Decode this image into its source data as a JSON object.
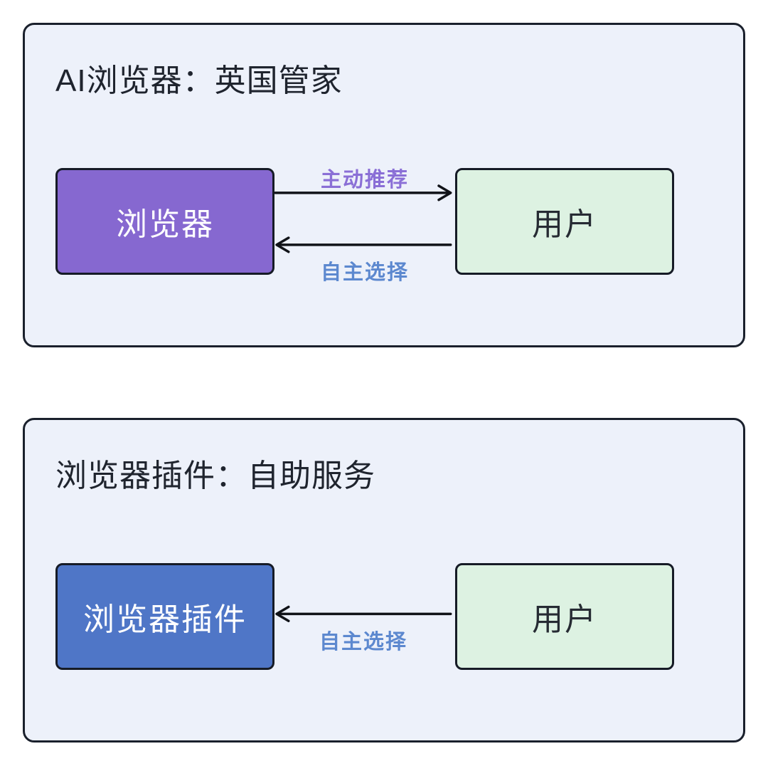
{
  "colors": {
    "page-bg": "#ffffff",
    "panel-bg": "#edf1fa",
    "panel-border": "#1a202c",
    "box-border": "#161b26",
    "purple-box": "#8668d0",
    "blue-box": "#4f76c7",
    "green-box": "#ddf2e2",
    "title-color": "#1f242e",
    "label-purple": "#8a6fd6",
    "label-blue": "#5c88cf",
    "arrow-color": "#111318"
  },
  "panels": [
    {
      "title": "AI浏览器：英国管家",
      "left_box": {
        "label": "浏览器"
      },
      "right_box": {
        "label": "用户"
      },
      "arrows": [
        {
          "label": "主动推荐",
          "direction": "right",
          "label_color": "#8a6fd6"
        },
        {
          "label": "自主选择",
          "direction": "left",
          "label_color": "#5c88cf"
        }
      ]
    },
    {
      "title": "浏览器插件：自助服务",
      "left_box": {
        "label": "浏览器插件"
      },
      "right_box": {
        "label": "用户"
      },
      "arrows": [
        {
          "label": "自主选择",
          "direction": "left",
          "label_color": "#5c88cf"
        }
      ]
    }
  ]
}
